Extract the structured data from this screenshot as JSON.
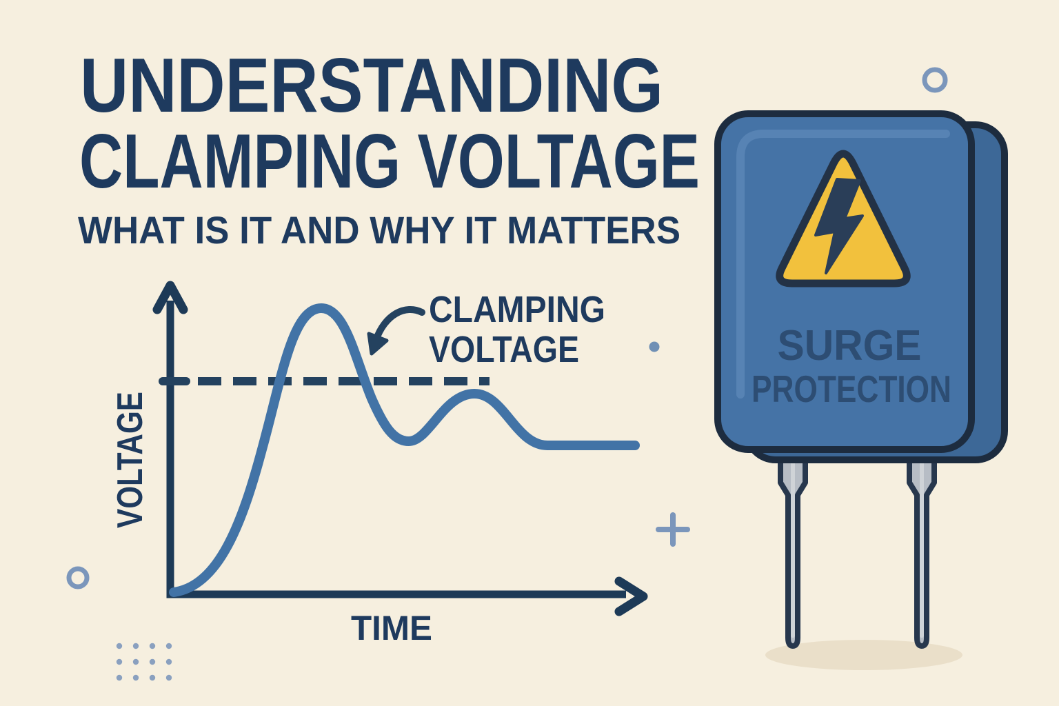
{
  "meta": {
    "background_color": "#f6efdf",
    "navy_color": "#1e3a5e"
  },
  "header": {
    "title_line1": "UNDERSTANDING",
    "title_line2": "CLAMPING VOLTAGE",
    "subtitle": "WHAT IS IT AND WHY IT MATTERS"
  },
  "chart": {
    "y_axis_label": "VOLTAGE",
    "x_axis_label": "TIME",
    "annotation_line1": "CLAMPING",
    "annotation_line2": "VOLTAGE",
    "axis_color": "#1d3a57",
    "dash_color": "#24425f",
    "curve_color": "#4273a6"
  },
  "chart_data": {
    "type": "line",
    "title": "Voltage transient surge clamped at the clamping voltage level",
    "xlabel": "TIME",
    "ylabel": "VOLTAGE",
    "axis_numeric_labels": false,
    "grid": false,
    "annotations": [
      "CLAMPING VOLTAGE (dashed horizontal level)"
    ],
    "clamping_level_normalized": 0.75,
    "series": [
      {
        "name": "voltage",
        "x": [
          0.0,
          0.12,
          0.19,
          0.25,
          0.32,
          0.43,
          0.51,
          0.65,
          0.75,
          0.81,
          1.0
        ],
        "y": [
          0.0,
          0.15,
          0.52,
          0.87,
          1.0,
          0.68,
          0.53,
          0.7,
          0.58,
          0.52,
          0.52
        ]
      }
    ]
  },
  "device": {
    "label_line1": "SURGE",
    "label_line2": "PROTECTION",
    "body_color": "#4573a6",
    "side_color": "#3d6897",
    "bevel_color": "#5d88b8",
    "outline_color": "#1d2c3f",
    "triangle_color": "#f2c13d",
    "bolt_color": "#2a3e58",
    "label_color": "#2d4d73",
    "pin_color": "#b7bdc5",
    "pin_highlight_color": "#d2d6da",
    "shadow_color": "#eadfc9"
  },
  "icons": {
    "warning": "warning-triangle-icon",
    "bolt": "lightning-bolt-icon",
    "plus": "plus-icon",
    "rings": "circle-outline-icon",
    "dots": "dots-grid-icon",
    "axis_arrows": "axis-arrowhead-icon",
    "annotation_arrow": "curved-arrow-icon"
  },
  "decorations": {
    "accent_color": "#7b96bb",
    "dot_color": "#7090b5",
    "grid_dot_color": "#8aa0bf"
  }
}
